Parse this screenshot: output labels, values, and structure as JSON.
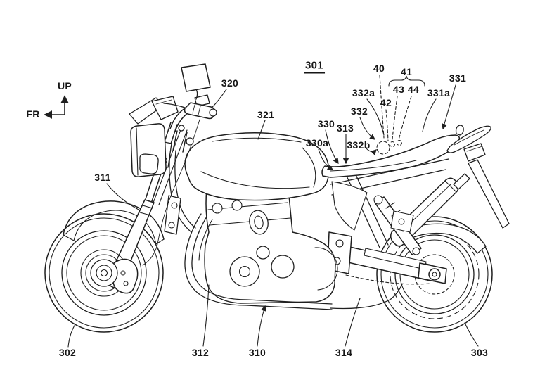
{
  "meta": {
    "drawing_type": "patent line drawing",
    "subject": "motorcycle side view",
    "background_color": "#ffffff",
    "line_color": "#1f1f1f"
  },
  "axis_indicator": {
    "up": "UP",
    "front": "FR"
  },
  "figure_number": "301",
  "labels": {
    "up": "UP",
    "fr": "FR",
    "fig": "301",
    "n302": "302",
    "n303": "303",
    "n310": "310",
    "n311": "311",
    "n312": "312",
    "n313": "313",
    "n314": "314",
    "n320": "320",
    "n321": "321",
    "n330": "330",
    "n330a": "330a",
    "n331": "331",
    "n331a": "331a",
    "n332": "332",
    "n332a": "332a",
    "n332b": "332b",
    "n40": "40",
    "n41": "41",
    "n42": "42",
    "n43": "43",
    "n44": "44"
  }
}
